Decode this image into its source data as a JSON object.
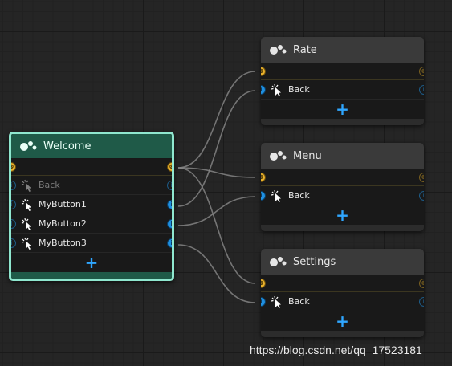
{
  "nodes": {
    "welcome": {
      "title": "Welcome",
      "rows": [
        {
          "label": "Back",
          "dim": true
        },
        {
          "label": "MyButton1",
          "dim": false
        },
        {
          "label": "MyButton2",
          "dim": false
        },
        {
          "label": "MyButton3",
          "dim": false
        }
      ],
      "add_label": "+"
    },
    "rate": {
      "title": "Rate",
      "rows": [
        {
          "label": "Back"
        }
      ],
      "add_label": "+"
    },
    "menu": {
      "title": "Menu",
      "rows": [
        {
          "label": "Back"
        }
      ],
      "add_label": "+"
    },
    "settings": {
      "title": "Settings",
      "rows": [
        {
          "label": "Back"
        }
      ],
      "add_label": "+"
    }
  },
  "port_glyphs": {
    "trigger": "⊗",
    "event": "i"
  },
  "colors": {
    "canvas": "#252525",
    "active_border": "#8fe7cf",
    "active_header": "#1f5a48",
    "trigger_port": "#e9b12c",
    "event_port": "#1f8fe0",
    "wire": "#8a8a8a",
    "add_button": "#2fa6ff"
  },
  "watermark": "https://blog.csdn.net/qq_17523181"
}
